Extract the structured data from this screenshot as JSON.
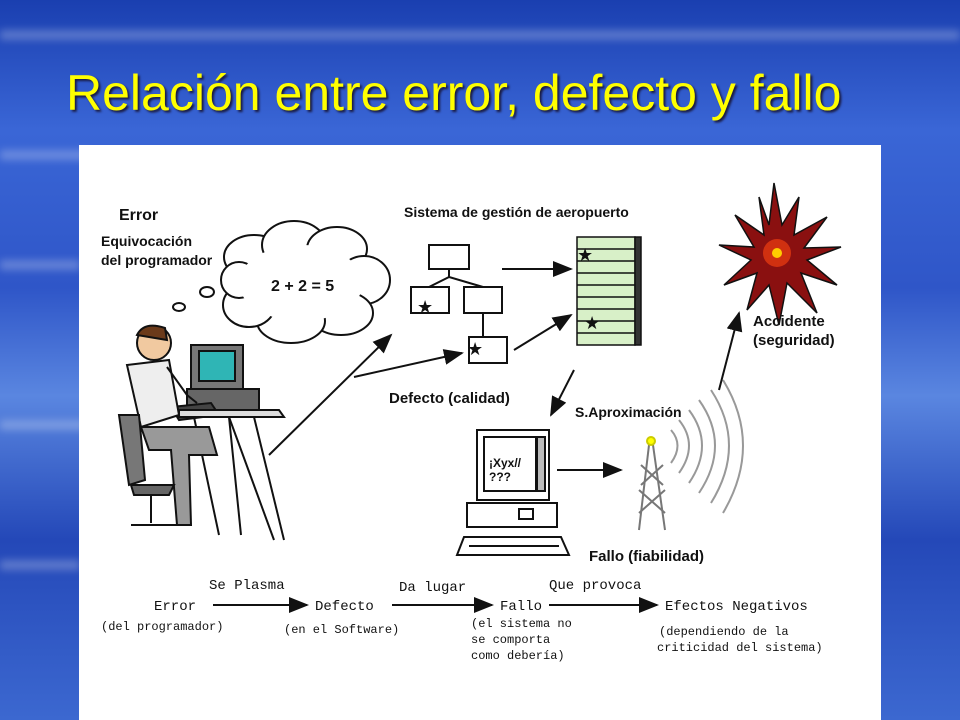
{
  "slide": {
    "title": "Relación entre error, defecto y fallo"
  },
  "diagram": {
    "error_heading": "Error",
    "error_desc_line1": "Equivocación",
    "error_desc_line2": "del programador",
    "thought": "2 + 2 = 5",
    "system_title": "Sistema de gestión de aeropuerto",
    "defect_label": "Defecto (calidad)",
    "accident_line1": "Accidente",
    "accident_line2": "(seguridad)",
    "approach_label": "S.Aproximación",
    "screen_line1": "¡Xyx//",
    "screen_line2": "???",
    "failure_label": "Fallo (fiabilidad)"
  },
  "flow": {
    "arrow1_label": "Se Plasma",
    "arrow2_label": "Da lugar",
    "arrow3_label": "Que provoca",
    "node1_title": "Error",
    "node1_sub": "(del programador)",
    "node2_title": "Defecto",
    "node2_sub": "(en el Software)",
    "node3_title": "Fallo",
    "node3_sub_line1": "(el sistema no",
    "node3_sub_line2": "se comporta",
    "node3_sub_line3": "como debería)",
    "node4_title": "Efectos Negativos",
    "node4_sub_line1": "(dependiendo de la",
    "node4_sub_line2": "criticidad del sistema)"
  }
}
